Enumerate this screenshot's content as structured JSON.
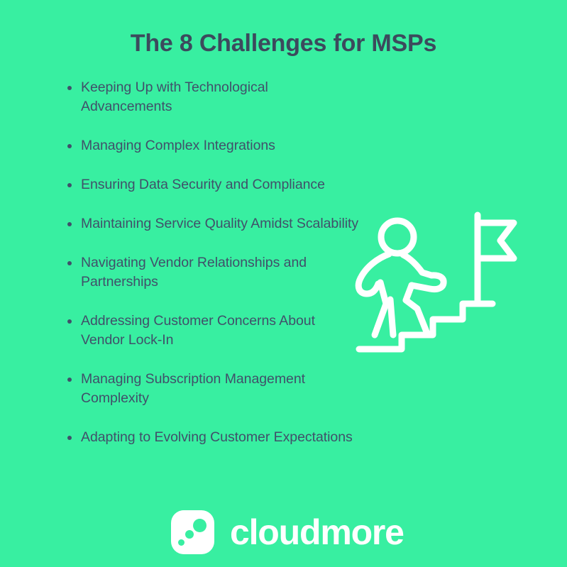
{
  "page": {
    "background_color": "#38efa1",
    "text_color": "#41506a",
    "title_color": "#3c4a5d",
    "logo_color": "#ffffff"
  },
  "header": {
    "title": "The 8 Challenges for MSPs"
  },
  "challenges": [
    {
      "text": "Keeping Up with Technological Advancements"
    },
    {
      "text": "Managing Complex Integrations"
    },
    {
      "text": "Ensuring Data Security and Compliance"
    },
    {
      "text": "Maintaining Service Quality Amidst Scalability"
    },
    {
      "text": "Navigating Vendor Relationships and Partnerships"
    },
    {
      "text": "Addressing Customer Concerns About Vendor Lock-In"
    },
    {
      "text": "Managing Subscription Management Complexity"
    },
    {
      "text": "Adapting to Evolving Customer Expectations"
    }
  ],
  "illustration": {
    "name": "person-climbing-stairs-to-flag",
    "stroke_color": "#ffffff",
    "elements": [
      "stick-figure",
      "staircase",
      "flag-on-pole"
    ]
  },
  "logo": {
    "wordmark": "cloudmore",
    "mark_name": "cloudmore-dots-mark",
    "mark_background": "#ffffff",
    "dot_color": "#38efa1",
    "dot_count": 3
  }
}
